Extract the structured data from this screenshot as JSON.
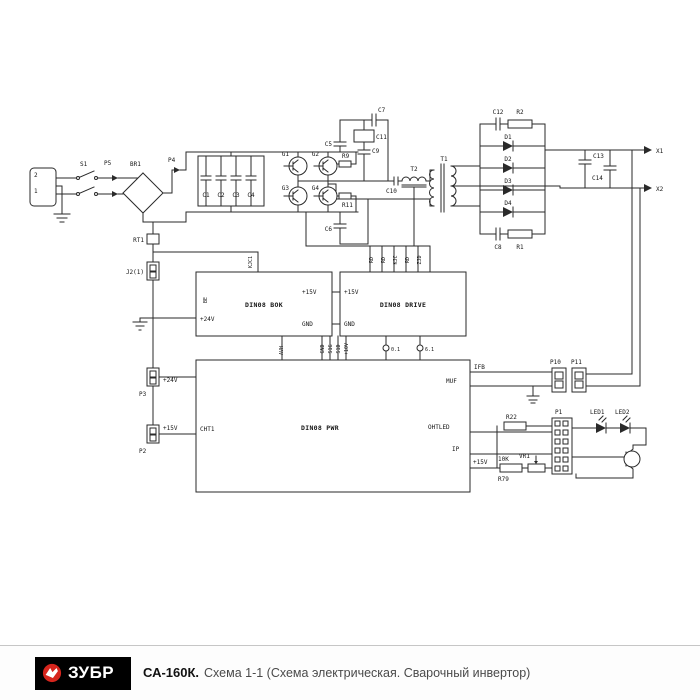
{
  "footer": {
    "brand": "ЗУБР",
    "model": "СА-160К.",
    "caption": "Схема 1-1 (Схема электрическая. Сварочный инвертор)"
  },
  "labels": {
    "pin2": "2",
    "pin1": "1",
    "s1": "S1",
    "p5": "P5",
    "br1": "BR1",
    "p4": "P4",
    "c1": "C1",
    "c2": "C2",
    "c3": "C3",
    "c4": "C4",
    "g1": "G1",
    "g2": "G2",
    "g3": "G3",
    "g4": "G4",
    "r9": "R9",
    "r11": "R11",
    "c5": "C5",
    "c6": "C6",
    "c7": "C7",
    "c9": "C9",
    "c10": "C10",
    "c11": "C11",
    "t2": "T2",
    "t1": "T1",
    "c12": "C12",
    "r2": "R2",
    "d1": "D1",
    "d2": "D2",
    "d3": "D3",
    "d4": "D4",
    "c8": "C8",
    "r1": "R1",
    "c13": "C13",
    "c14": "C14",
    "x1": "X1",
    "x2": "X2",
    "rt1": "RT1",
    "j2": "J2(1)",
    "board1": "DIN08 BOK",
    "board2": "DIN08 DRIVE",
    "board3": "DIN08 PWR",
    "be": "BE",
    "kjc1": "KJC1",
    "plus15v": "+15V",
    "gnd": "GND",
    "plus24v": "+24V",
    "drive_pins": [
      "RD",
      "RD",
      "KJC",
      "RD",
      "ZJD"
    ],
    "pwr_pins": [
      "GND",
      "S1G",
      "S1D",
      "+10V"
    ],
    "avh": "AVH-",
    "tp1": "0.1",
    "tp2": "6.1",
    "ifb": "IFB",
    "muf": "MUF",
    "ohtled": "OHTLED",
    "ip": "IP",
    "p10": "P10",
    "p11": "P11",
    "p1": "P1",
    "p2": "P2",
    "p3": "P3",
    "cht1": "CHT1",
    "r22": "R22",
    "r79": "R79",
    "r79val": "10K",
    "vr1": "VR1",
    "led1": "LED1",
    "led2": "LED2"
  }
}
